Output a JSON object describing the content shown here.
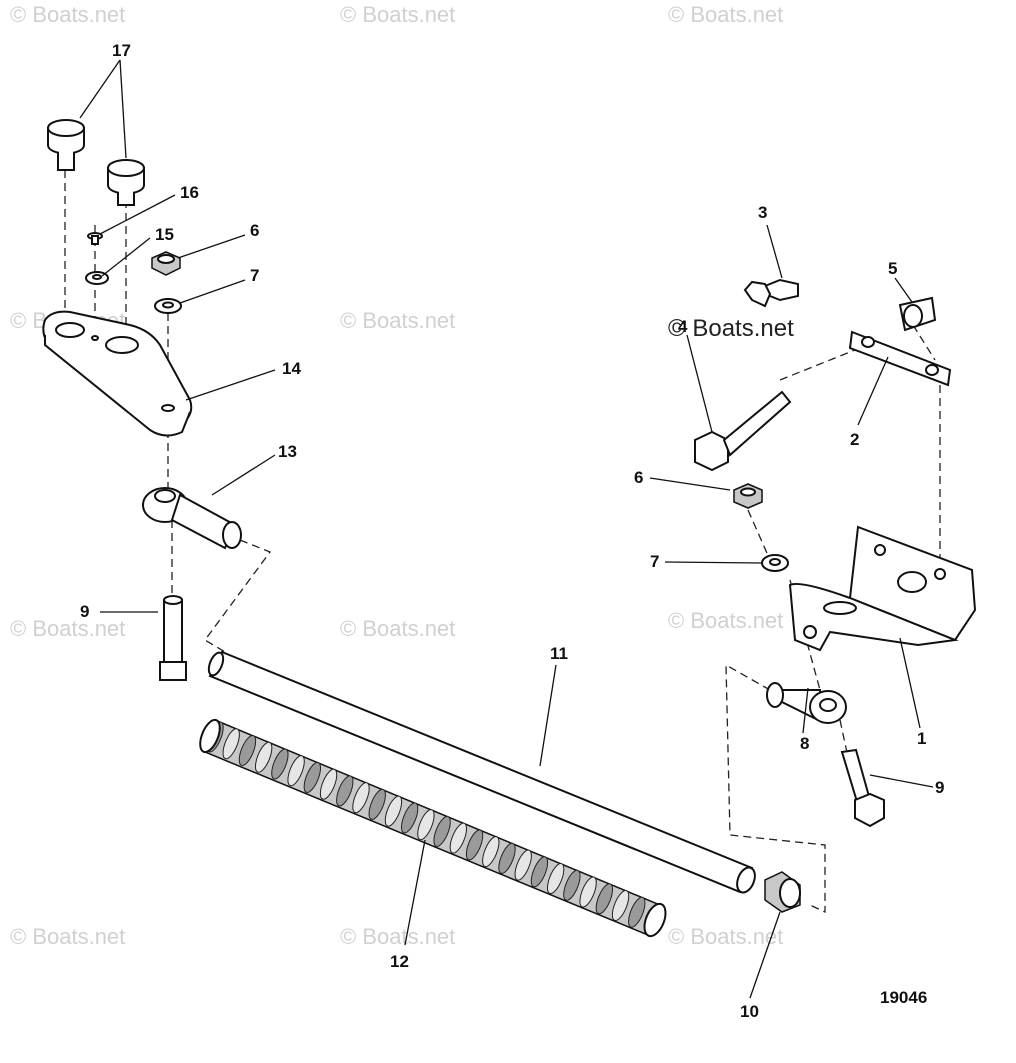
{
  "watermark": "© Boats.net",
  "figure_number": "19046",
  "callouts": {
    "c17": "17",
    "c16": "16",
    "c15": "15",
    "c6a": "6",
    "c7a": "7",
    "c14": "14",
    "c13": "13",
    "c9a": "9",
    "c11": "11",
    "c12": "12",
    "c10": "10",
    "c3": "3",
    "c5": "5",
    "c4": "4",
    "c2": "2",
    "c6b": "6",
    "c7b": "7",
    "c1": "1",
    "c8": "8",
    "c9b": "9"
  }
}
